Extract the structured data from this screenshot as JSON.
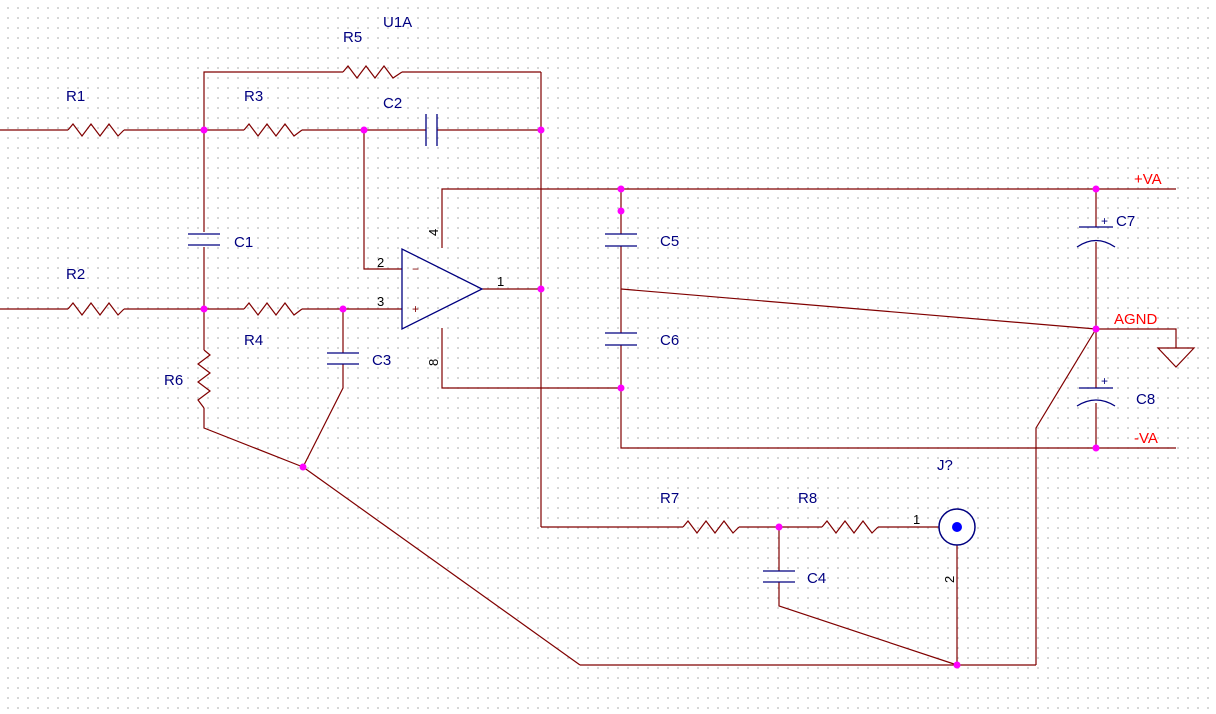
{
  "refs": {
    "u1a": "U1A",
    "r1": "R1",
    "r2": "R2",
    "r3": "R3",
    "r4": "R4",
    "r5": "R5",
    "r6": "R6",
    "r7": "R7",
    "r8": "R8",
    "c1": "C1",
    "c2": "C2",
    "c3": "C3",
    "c4": "C4",
    "c5": "C5",
    "c6": "C6",
    "c7": "C7",
    "c8": "C8",
    "j": "J?"
  },
  "pins": {
    "opamp_inv": "2",
    "opamp_noninv": "3",
    "opamp_out": "1",
    "opamp_vplus": "4",
    "opamp_vminus": "8",
    "j_signal": "1",
    "j_shield": "2"
  },
  "signs": {
    "minus": "−",
    "plus": "+",
    "c7_plus": "+",
    "c8_plus": "+"
  },
  "nets": {
    "vpos": "+VA",
    "gnd": "AGND",
    "vneg": "-VA"
  },
  "colors": {
    "wire": "#800000",
    "part": "#800000",
    "ref": "#000080",
    "junction": "#ff00ff",
    "net": "#ff0000"
  }
}
